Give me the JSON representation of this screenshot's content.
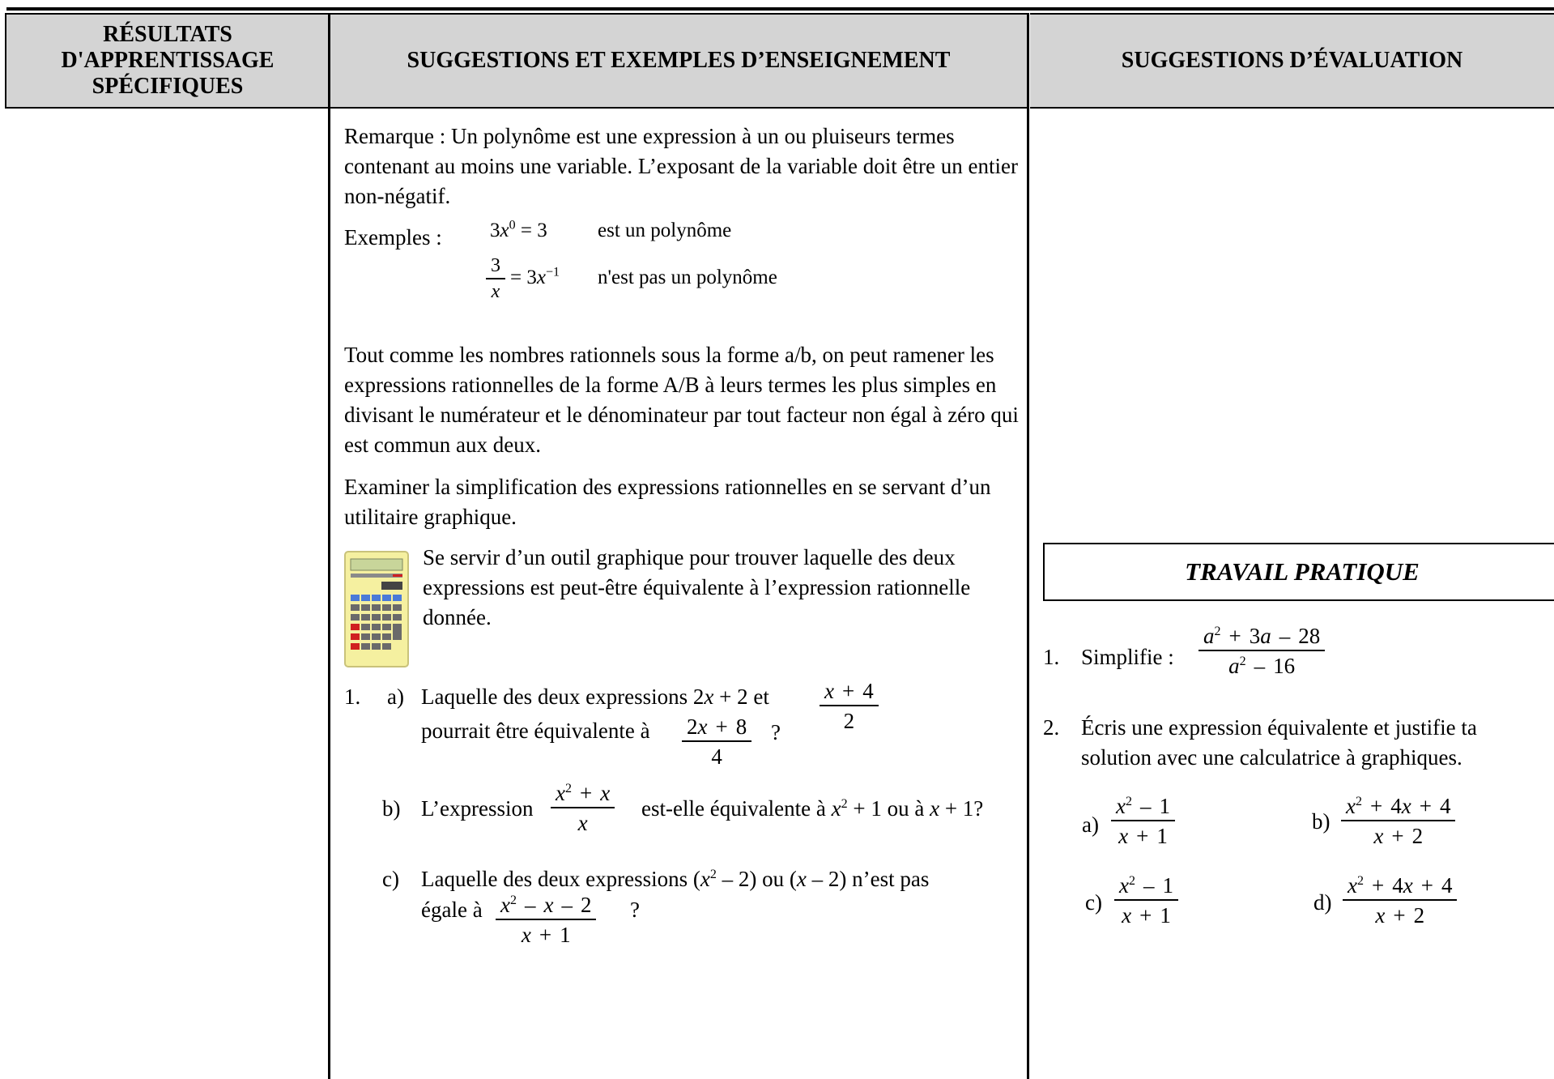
{
  "header": {
    "col1": "RÉSULTATS D'APPRENTISSAGE SPÉCIFIQUES",
    "col2": "SUGGESTIONS ET EXEMPLES D’ENSEIGNEMENT",
    "col3": "SUGGESTIONS D’ÉVALUATION"
  },
  "teaching": {
    "remark": "Remarque : Un polynôme est une expression à un ou pluiseurs termes contenant au moins une variable.  L’exposant de la variable doit être un entier non-négatif.",
    "examples_label": "Exemples :",
    "example1_note": "est un polynôme",
    "example2_note": "n'est pas un polynôme",
    "para_rational": "Tout comme les nombres rationnels sous la forme a/b, on peut ramener les expressions rationnelles de la forme A/B à leurs termes les plus simples en divisant le numérateur et le dénominateur par tout facteur non égal à zéro qui est commun aux deux.",
    "para_examine": "Examiner la simplification des expressions rationnelles en se servant d’un utilitaire graphique.",
    "para_tool": "Se servir d’un outil graphique pour trouver laquelle des deux expressions est peut-être équivalente à l’expression rationnelle donnée.",
    "q_number": "1.",
    "qa_label": "a)",
    "qa_text1": "Laquelle des deux expressions",
    "qa_and": "et",
    "qa_text2": "pourrait être équivalente à",
    "qa_q": "?",
    "qb_label": "b)",
    "qb_text1": "L’expression",
    "qb_text2": "est-elle équivalente à",
    "qb_or": "ou à",
    "qc_label": "c)",
    "qc_text1": "Laquelle des deux expressions",
    "qc_or": "ou",
    "qc_text2": "n’est pas",
    "qc_text3": "égale à",
    "qc_q": "?"
  },
  "evaluation": {
    "box_title": "TRAVAIL PRATIQUE",
    "q1_number": "1.",
    "q1_text": "Simplifie :",
    "q2_number": "2.",
    "q2_text": "Écris une expression équivalente et justifie ta solution avec une calculatrice à graphiques.",
    "a_label": "a)",
    "b_label": "b)",
    "c_label": "c)",
    "d_label": "d)"
  }
}
